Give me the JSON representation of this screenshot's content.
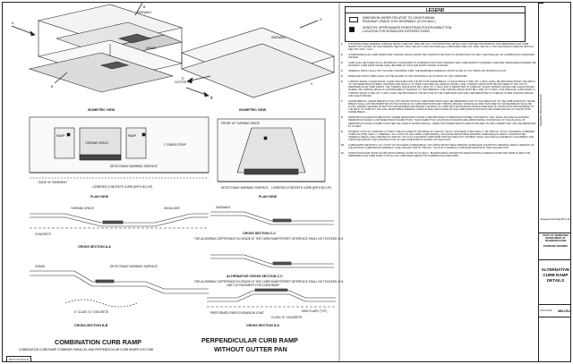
{
  "legend": {
    "title": "LEGEND",
    "items": [
      {
        "symbol": "arrow-sign-icon",
        "text_line1": "DIMENSION VARIES RELATIVE TO LONGITUDINAL",
        "text_line2": "ROADWAY GRADE, 8.3% DESIRABLE (10.0% MAX.)"
      },
      {
        "symbol": "solid-square-icon",
        "text_line1": "DENOTES: APPROXIMATE PEDESTRIAN POLE/PUSHBUTTON",
        "text_line2": "LOCATION FOR SIGNALIZED INTERSECTIONS"
      }
    ]
  },
  "left_panel": {
    "iso_view_label": "ISOMETRIC VIEW",
    "plan_view_label": "PLAN VIEW",
    "section_aa_label": "CROSS SECTION A-A",
    "section_bb_label": "CROSS-SECTION B-B",
    "main_title": "COMBINATION CURB RAMP",
    "main_subtitle": "COMBINATION CURB RAMP COMBINES PARALLEL AND PERPENDICULAR CURB RAMPS INTO ONE",
    "labels": {
      "sidewalk": "SIDEWALK",
      "gutter": "GUTTER",
      "grass": "GRASS",
      "ramp": "RAMP",
      "detectable": "DETECTABLE WARNING SURFACE",
      "edge_pavement": "EDGE OF PAVEMENT",
      "lowered_curb": "LOWERED CONCRETE CURB (WITH NO LIP)",
      "grass_strip": "2' GRASS STRIP",
      "turning_space": "TURNING SPACE",
      "concrete": "CONCRETE",
      "shoulder": "SHOULDER",
      "curb_detail": "6\" CLASS \"A\" CONCRETE",
      "letter_a": "A",
      "letter_b": "B"
    }
  },
  "middle_panel": {
    "iso_view_label": "ISOMETRIC VIEW",
    "plan_view_label": "PLAN VIEW",
    "section_cc_label": "CROSS SECTION C-C",
    "alt_section_cc_label": "ALTERNATIVE CROSS SECTION C-C",
    "section_dd_label": "CROSS SECTION D-D",
    "main_title_line1": "PERPENDICULAR CURB RAMP",
    "main_title_line2": "WITHOUT GUTTER PAN",
    "section_cc_note": "THE ALGEBRAIC DIFFERENCE IN GRADE AT THE CURB RAMP/STREET INTERFACE SHALL NOT EXCEED 11%.",
    "labels": {
      "sidewalk": "SIDEWALK",
      "front_turning": "FRONT OF TURNING SPACE",
      "lowered_curb": "LOWERED CONCRETE CURB (WITH NO LIP)",
      "detectable": "DETECTABLE WARNING SURFACE",
      "limit_pavement": "LIMIT OF PAVEMENT FOR CURB RAMP",
      "preformed_joint": "PREFORMED FIBER EXPANSION JOINT",
      "side_flare": "SIDE FLARE (TYP.)",
      "class_a": "CLASS \"A\" CONCRETE",
      "letter_c": "C",
      "letter_d": "D"
    }
  },
  "notes": [
    {
      "num": "1.",
      "text": "FOR DETECTABLE WARNING SURFACE DETAILS SEE STD. DWG MM-CR-1. FOR ADDITIONAL DETAILS AND FURTHER INFORMATION FOR PERPENDICULAR CURB RAMPS NOT SHOWN ON THIS DRAWING SEE STD. DWG. MM-CR-2 AND FOR PARALLEL CURB RAMPS SEE STD. DWG. MM-CR-3. FOR CROSSWALK MARKING DETAILS SEE STD. DWG. T-M-4."
    },
    {
      "num": "2.",
      "text": "IF PERPENDICULAR CURB RAMPS AND TURNING SPACE CANNOT BE CONSTRUCTED DUE TO LIMITED RIGHT-OF-WAY, USE PARALLEL OR COMBINATION CURB RAMP INSTEAD."
    },
    {
      "num": "3.",
      "text": "CARE SHALL BE TAKEN ON ALL BOUNDARY CURB RAMPS AT INTERSECTIONS WITH SIDEWALK AND CURB RAMPS TO ENSURE A UNIFORM GRADE AREAS WHERE THE ROADWAY CURB RAMP GRADE SHALL BE FREE OF SAGS AND SHORT GRADE CHANGES."
    },
    {
      "num": "4.",
      "text": "SIDEWALK WIDTH SHALL NOT INCLUDE CONCRETE CURB. THE DESIRABLE SIDEWALK CROSS SLOPE IS 1.5%, ABSOLUTE MAXIMUM IS 2.0%."
    },
    {
      "num": "5.",
      "text": "DRAINAGE STRUCTURES SHALL NOT BE PLACED IN THE CROSSWALK OR IN FRONT OF THE CURB RAMP."
    },
    {
      "num": "6.",
      "text": "TURNING SPACE / CLEAR SPACE: CLEAR SPACE BEYOND THE BOTTOM GRADE BREAK, A CLEAR SPACE 4' (MIN.) BY 4' (MIN.) SHALL BE PROVIDED WITHIN THE WIDTH OF THE PEDESTRIAN STREET CROSSING AND WHOLLY OUTSIDE THE PARALLEL VEHICLE TRAVEL LANE. TURNING SPACE MUST BE PROVIDED AT THE TOP OF PERPENDICULAR CURB RAMPS. THE TURNING SPACE MUST BE 4' (MIN.) BY 4' (MIN.) AND IS PERMITTED TO OVERLAP OTHER TURNING SPACES AND CLEAR SPACES. WHERE THE TURNING SPACE IS CONSTRAINED AT THE BACK OF THE SIDEWALK, THE TURNING SPACE MUST BE 4' (MIN.) BY 5' (MIN.). FOR PARALLEL CURB RAMPS, A TURNING SPACE 4' (MIN.) BY 4' (MIN.) SHALL BE PROVIDED AT THE BOTTOM OF THE CURB RAMP AND SHALL BE PERMITTED TO OVERLAP OTHER TURNING SPACES AND CLEAR SPACES."
    },
    {
      "num": "7.",
      "text": "GRADE BREAKS: GRADE BREAKS AT THE TOP AND BOTTOM OF CURB RAMP RUNS SHALL BE PERPENDICULAR TO THE DIRECTION OF THE CURB RAMP RUN. GRADE BREAKS SHALL NOT BE PERMITTED ON THE SURFACE OF CURB RAMP RUNS AND TURNING SPACES. SURFACE SLOPES THAT MEET AT GRADE BREAKS SHALL BE FLUSH. WHERE THE ENDS OF BOTTOM GRADE BREAK ARE BEHIND THE BACK OF CURB AND THE DISTANCE FROM EITHER END OF THE BOTTOM GRADE BREAK TO THE BACK OF CURB IS 5' OR LESS, DETECTABLE WARNING SURFACE SHALL BE PLACED ON THE CURB RAMP RUN WITHIN ONE DOME SPACING OF THE BOTTOM GRADE BREAK."
    },
    {
      "num": "8.",
      "text": "PEDESTRIAN SIGNAL/PUSHBUTTONS: WHERE PEDESTRIAN SIGNALS ARE PROVIDED AT PEDESTRIAN STREET CROSSINGS, THEY SHALL INCLUDE ACCESSIBLE PEDESTRIAN SIGNALS AND PEDESTRIAN PUSHBUTTONS. THE PUSHBUTTON LOCATIONS AS SHOWN ARE APPROXIMATE. FOR DETAILS OF THE PLACING OF PEDESTRIAN SIGNAL PUSHBUTTONS SEE THE TRAFFIC DESIGN MANUAL. WHEN TWO PEDESTRIAN PUSHBUTTONS ARE ON ONE CORNER THEY WILL BE SEPARATED BY 10 FEET."
    },
    {
      "num": "9.",
      "text": "PAYMENT: COST OF CURB AND GUTTER TO BE INCLUDED IN THE PRICE OF ITEM NO. 702-01, CONCRETE CURB, PER L.F. OR ITEM NO. 702-03, CONCRETE COMBINED CURB & GUTTER, PER C.Y. SIDEWALK: ALL COSTS OF INCLUDING CURB RAMP(S), INCLUDING DETECTABLE WARNING SURFACE(S) IN NEWLY CONSTRUCTED SIDEWALK AREAS, SHALL BE PAID BY ITEM NO. 701-01.01 CONCRETE CURB RAMP, PER SQUARE FOOT. PAYMENT SHALL INCLUDE ALL MATERIALS, EQUIPMENT, AND LABOR NECESSARY FOR CONSTRUCTION OF THE CURB RAMP AS SHOWN ON THE PLANS."
    },
    {
      "num": "10.",
      "text": "CURB RAMPS (RETROFIT): ALL COSTS OF INCLUDING CURB RAMP(S), INCLUDING DETECTABLE WARNING SURFACE(S) IN EXISTING SIDEWALK AREAS, REMOVAL OF THE EXISTING CURB AND/OR SIDEWALK, SHALL BE PAID FOR BY ITEM NO. 701-02.03 CONCRETE CURB RAMP (RETROFIT), PER SQUARE FOOT."
    },
    {
      "num": "11.",
      "text": "TRANSITION FROM CROSS SLOPE FROM NORMAL SLOPE TO 2% (MAX.): BUFFER/GRASS TRANSITION AREAS WITHIN A SIDEWALK RAMP AND RAMP FLARES FOR PERPENDICULAR CURB RAMP (TYPICAL) OR CURB RAMP AREAS FOR COMBINATION CURB RAMP."
    }
  ],
  "title_block": {
    "state_line1": "STATE OF TENNESSEE",
    "state_line2": "DEPARTMENT OF TRANSPORTATION",
    "std_label": "STANDARD DRAWING",
    "title_line1": "ALTERNATIVE",
    "title_line2": "CURB RAMP",
    "title_line3": "DETAILS",
    "drawing_no": "MM-CR-6",
    "date": "01-07-2019",
    "replaced": "(Replaced Std Dwg RP-H-11)",
    "side_text": "ROADWAY DESIGN DIVISION"
  },
  "footer": {
    "not_to_scale": "NOT TO SCALE"
  }
}
